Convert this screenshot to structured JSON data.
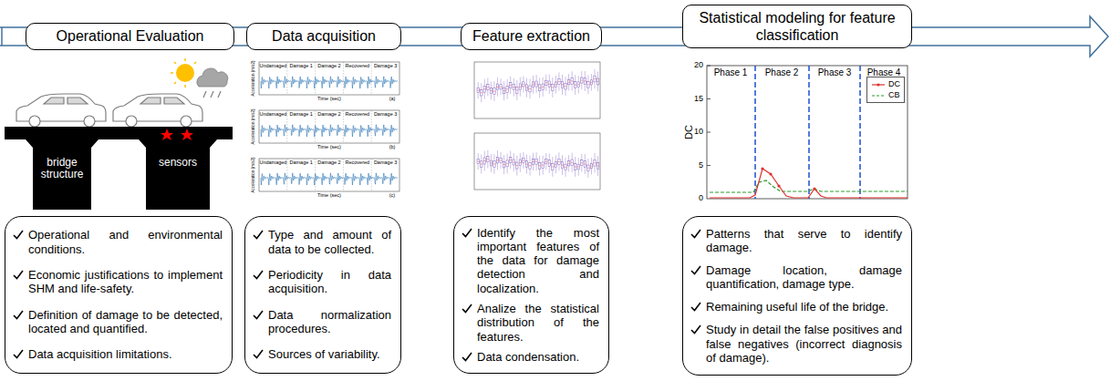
{
  "diagram": {
    "nodes": [
      {
        "text": [
          "Operational Evaluation"
        ]
      },
      {
        "text": [
          "Data acquisition"
        ]
      },
      {
        "text": [
          "Feature extraction"
        ]
      },
      {
        "text": [
          "Statistical modeling for feature classification"
        ]
      },
      {
        "text": [
          "Operational and environmental conditions.",
          "Economic justifications to implement SHM and life-safety.",
          "Definition of damage to be detected, located and quantified.",
          "Data acquisition limitations."
        ]
      },
      {
        "text": [
          "Type and amount of data to be collected.",
          "Periodicity in data acquisition.",
          "Data normalization procedures.",
          "Sources of variability."
        ]
      },
      {
        "text": [
          "Identify the most important features of the data for damage detection and localization.",
          "Analize the statistical distribution of the features.",
          "Data condensation."
        ]
      },
      {
        "text": [
          "Patterns that serve to identify damage.",
          "Damage location, damage quantification, damage type.",
          "Remaining useful life of the bridge.",
          "Study in detail the false positives and false negatives (incorrect diagnosis of damage)."
        ]
      }
    ],
    "labels": [
      "bridge structure",
      "sensors",
      "Undamaged",
      "Damage 1",
      "Damage 2",
      "Recovered",
      "Damage 3",
      "Time (sec)",
      "(a)",
      "Acceleration (m/s2)",
      "Undamaged",
      "Damage 1",
      "Damage 2",
      "Recovered",
      "Damage 3",
      "Time (sec)",
      "(b)",
      "Acceleration (m/s2)",
      "Undamaged",
      "Damage 1",
      "Damage 2",
      "Recovered",
      "Damage 3",
      "Time (sec)",
      "(c)",
      "Acceleration (m/s2)",
      "Phase 1",
      "Phase 2",
      "Phase 3",
      "Phase 4",
      "DC",
      "20",
      "15",
      "10",
      "5",
      "0"
    ],
    "legend": [
      {
        "text": "DC"
      },
      {
        "text": "CB"
      }
    ]
  }
}
